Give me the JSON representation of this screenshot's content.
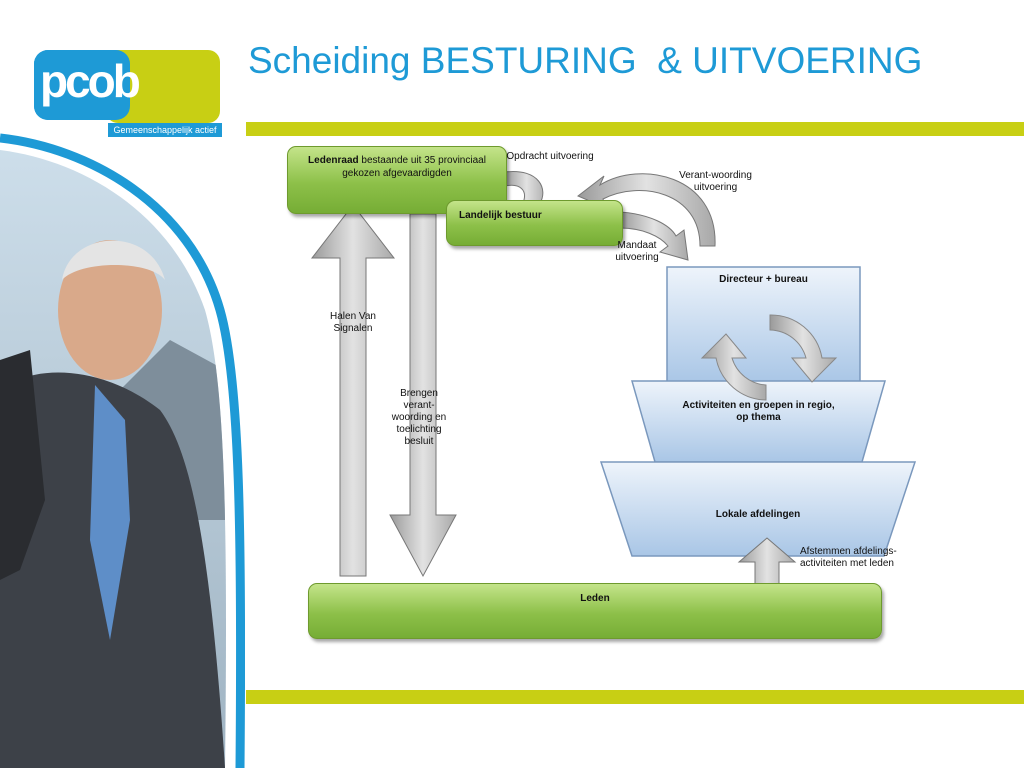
{
  "title": "Scheiding BESTURING  & UITVOERING",
  "logo": {
    "text": "pcob",
    "tagline": "Gemeenschappelijk actief"
  },
  "colors": {
    "accent_blue": "#1e9ad6",
    "accent_green_bar": "#c8cf14",
    "box_green": "#8dc049",
    "box_blue": "#b7cfea"
  },
  "diagram": {
    "ledenraad": {
      "bold": "Ledenraad",
      "text": " bestaande uit 35 provinciaal gekozen afgevaardigden"
    },
    "landelijk_bestuur": "Landelijk bestuur",
    "opdracht": "Opdracht uitvoering",
    "verantwoording": "Verant-woording uitvoering",
    "mandaat": "Mandaat uitvoering",
    "directeur": "Directeur + bureau",
    "activiteiten": "Activiteiten en groepen in regio, op thema",
    "lokale": "Lokale afdelingen",
    "leden": "Leden",
    "halen": "Halen Van Signalen",
    "brengen": "Brengen verant-woording en toelichting besluit",
    "afstemmen": "Afstemmen afdelings-activiteiten met leden"
  }
}
